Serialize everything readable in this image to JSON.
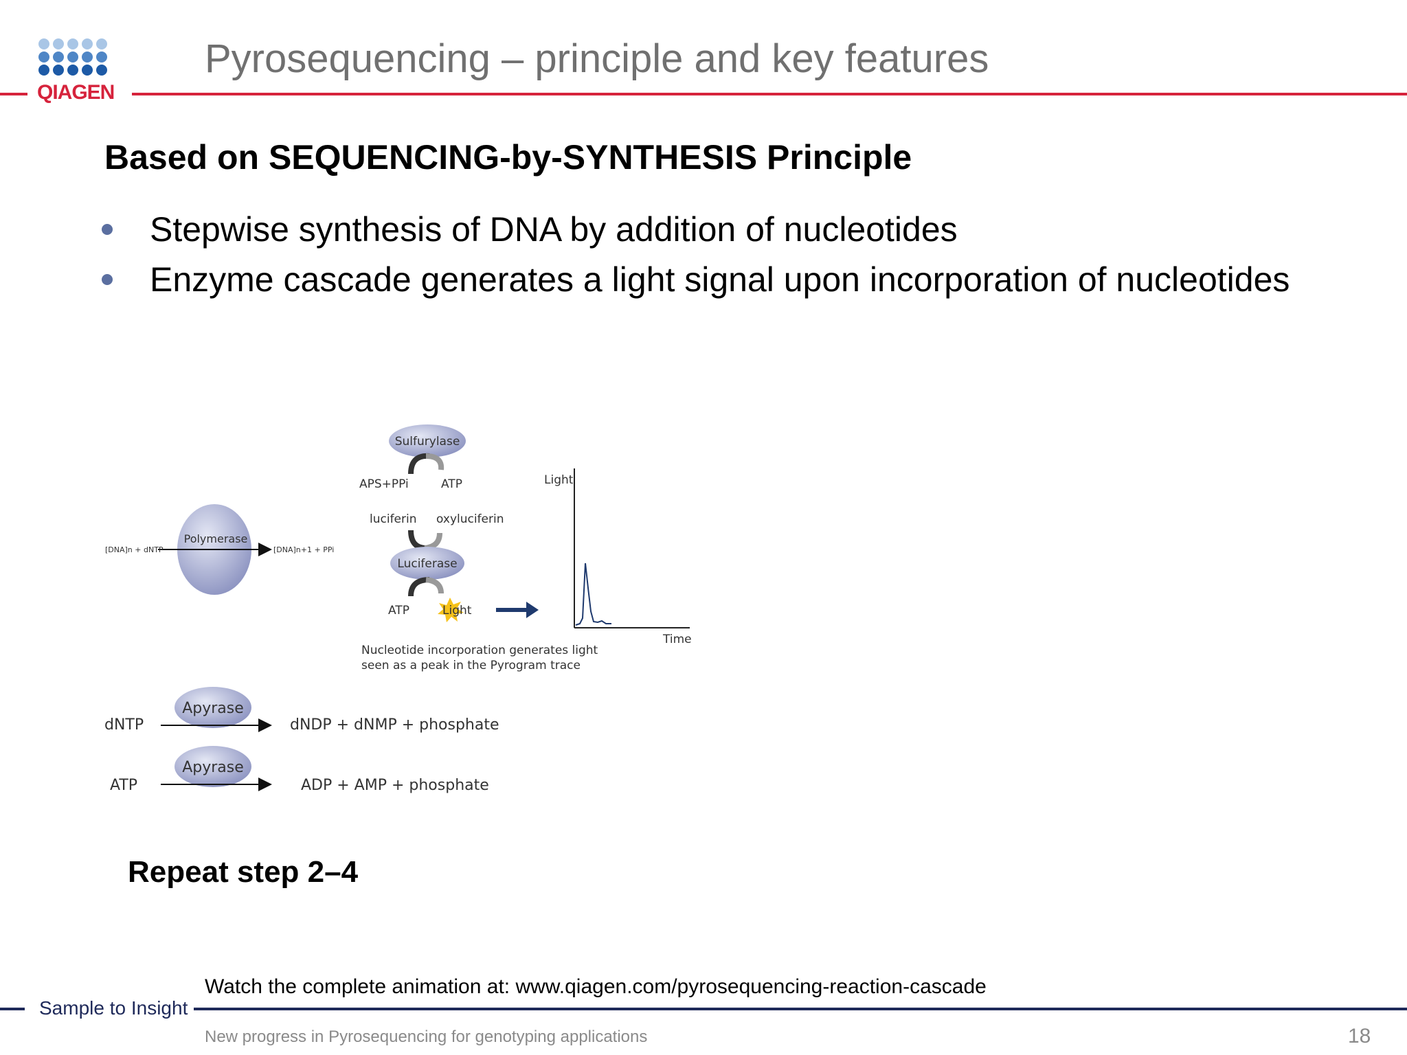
{
  "header": {
    "title": "Pyrosequencing – principle and key features",
    "logo_text": "QIAGEN"
  },
  "main": {
    "heading": "Based on SEQUENCING-by-SYNTHESIS Principle",
    "bullets": [
      "Stepwise synthesis of DNA by addition of nucleotides",
      "Enzyme cascade generates a light signal upon incorporation of nucleotides"
    ],
    "repeat": "Repeat step 2–4",
    "watch": "Watch  the complete animation at: www.qiagen.com/pyrosequencing-reaction-cascade"
  },
  "diagram": {
    "polymerase_label": "Polymerase",
    "poly_left": "[DNA]n + dNTP",
    "poly_right": "[DNA]n+1 + PPi",
    "sulfurylase": "Sulfurylase",
    "aps_ppi": "APS+PPi",
    "atp_out": "ATP",
    "luciferin": "luciferin",
    "oxyluciferin": "oxyluciferin",
    "luciferase": "Luciferase",
    "atp_in": "ATP",
    "light": "Light",
    "caption_line1": "Nucleotide incorporation generates light",
    "caption_line2": "seen as a peak in the Pyrogram trace",
    "axis_y": "Light",
    "axis_x": "Time",
    "apyrase1": "Apyrase",
    "apyrase2": "Apyrase",
    "dntp": "dNTP",
    "atp_row": "ATP",
    "products1": "dNDP + dNMP + phosphate",
    "products2": "ADP + AMP + phosphate"
  },
  "footer": {
    "tagline": "Sample to Insight",
    "subtitle": "New progress in Pyrosequencing for genotyping applications",
    "page": "18"
  },
  "colors": {
    "accent_red": "#d6233c",
    "navy": "#1f2a5a",
    "logo_blue": "#1d5aa6"
  }
}
